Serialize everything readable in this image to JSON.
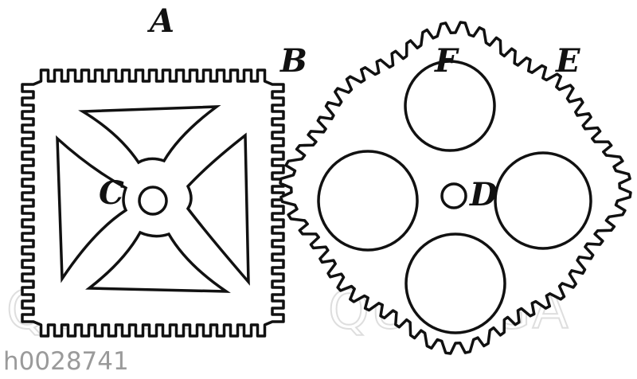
{
  "labels": {
    "A": "A",
    "B": "B",
    "C": "C",
    "D": "D",
    "E": "E",
    "F": "F"
  },
  "watermark": "QUAGGA",
  "image_id": "h0028741",
  "colors": {
    "ink": "#111111",
    "paper": "#ffffff",
    "watermark": "#dedede",
    "caption": "#9a9a9a"
  }
}
